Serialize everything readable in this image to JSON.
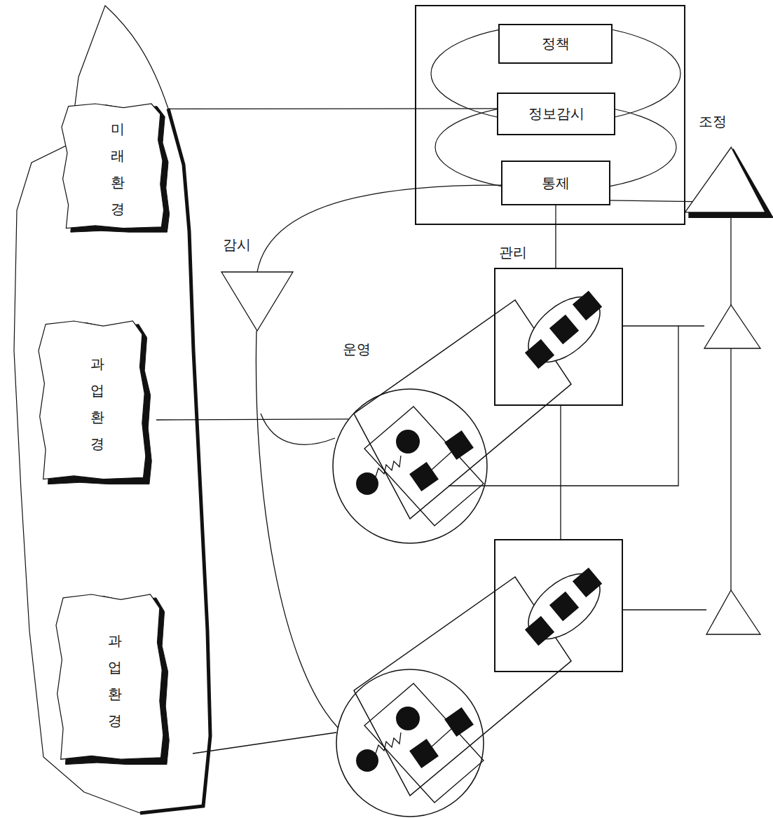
{
  "diagram": {
    "nodes": [
      {
        "text": [
          "정책"
        ]
      },
      {
        "text": [
          "정보감시"
        ]
      },
      {
        "text": [
          "통제"
        ]
      },
      {
        "text": [
          "조정"
        ]
      },
      {
        "text": [
          "미래 환경"
        ]
      },
      {
        "text": [
          "감시"
        ]
      },
      {
        "text": [
          "관리"
        ]
      },
      {
        "text": [
          "운영"
        ]
      },
      {
        "text": [
          "과업 환경"
        ]
      },
      {
        "text": [
          "과업 환경"
        ]
      }
    ],
    "edges": [
      {
        "from": 1,
        "to": 4,
        "arrow": "none"
      },
      {
        "from": 2,
        "to": 5,
        "arrow": "none"
      },
      {
        "from": 2,
        "to": 3,
        "arrow": "none"
      },
      {
        "from": 2,
        "to": 6,
        "arrow": "none"
      },
      {
        "from": 8,
        "to": 7,
        "arrow": "none"
      }
    ]
  }
}
